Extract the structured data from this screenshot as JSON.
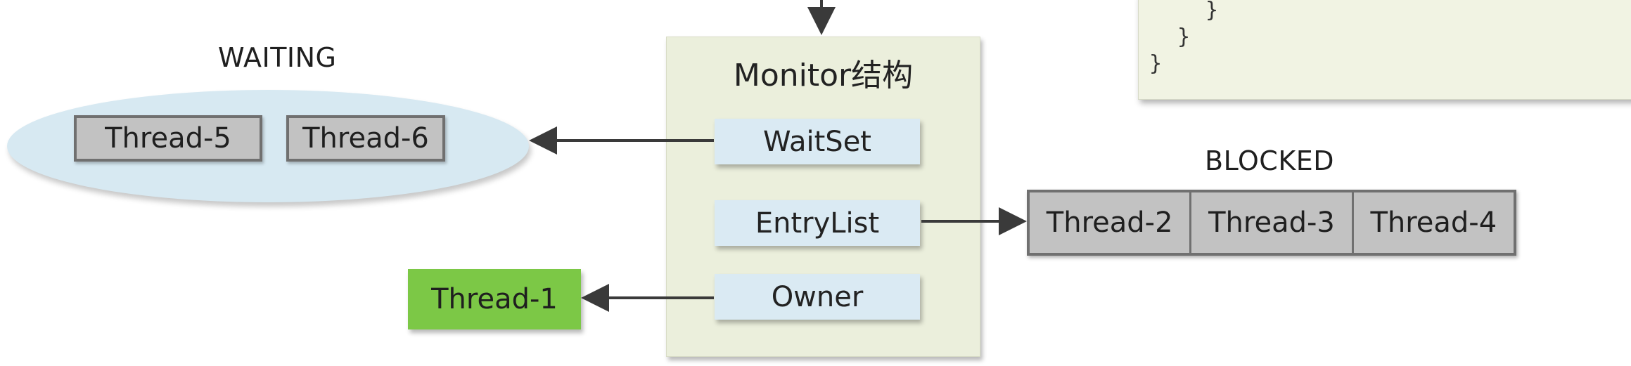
{
  "labels": {
    "waiting": "WAITING",
    "blocked": "BLOCKED"
  },
  "monitor": {
    "title": "Monitor结构",
    "wait_set": "WaitSet",
    "entry_list": "EntryList",
    "owner": "Owner"
  },
  "waiting_threads": [
    "Thread-5",
    "Thread-6"
  ],
  "blocked_threads": [
    "Thread-2",
    "Thread-3",
    "Thread-4"
  ],
  "owner_thread": "Thread-1",
  "code": {
    "lines": [
      "}",
      "}",
      "}"
    ]
  },
  "colors": {
    "monitor_bg": "#ebefdc",
    "slot_bg": "#daeaf3",
    "thread_gray": "#c2c2c2",
    "owner_green": "#7cc846",
    "waiting_ellipse": "#d7e9f2"
  }
}
